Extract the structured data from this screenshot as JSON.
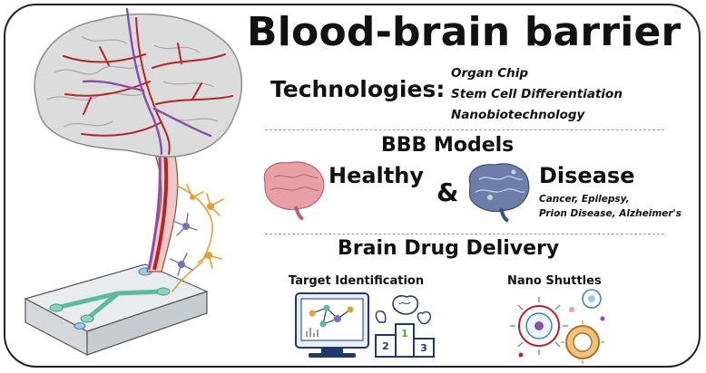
{
  "title": "Blood-brain barrier",
  "technologies": {
    "label": "Technologies:",
    "items": [
      "Organ Chip",
      "Stem Cell Differentiation",
      "Nanobiotechnology"
    ]
  },
  "models": {
    "title": "BBB Models",
    "healthy": "Healthy",
    "ampersand": "&",
    "disease": "Disease",
    "disease_examples": [
      "Cancer, Epilepsy,",
      "Prion Disease, Alzheimer's"
    ]
  },
  "delivery": {
    "title": "Brain Drug Delivery",
    "target_identification": "Target Identification",
    "nano_shuttles": "Nano Shuttles",
    "podium": [
      "2",
      "1",
      "3"
    ]
  },
  "colors": {
    "brain_gray": "#d9d9d9",
    "vessel_red": "#b3262a",
    "vessel_purple": "#8a4fa8",
    "neuron_orange": "#e3a13a",
    "neuron_purple": "#7d6bbd",
    "healthy_pink": "#e8a0a6",
    "disease_blue": "#6d7fa8",
    "chip_teal": "#5fb8a0",
    "podium_green": "#9ccc65"
  }
}
